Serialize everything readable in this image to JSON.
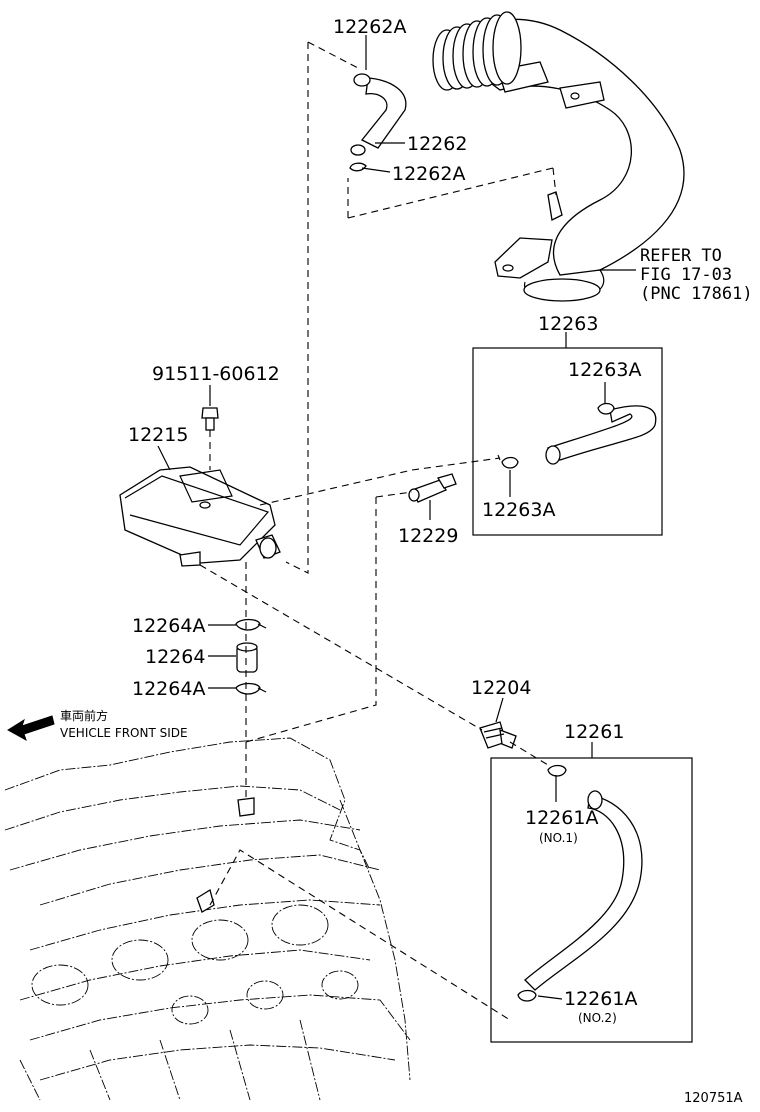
{
  "labels": {
    "p12262A_top": "12262A",
    "p12262": "12262",
    "p12262A_bottom": "12262A",
    "refer_line1": "REFER TO",
    "refer_line2": "FIG 17-03",
    "refer_line3": "(PNC 17861)",
    "p12263": "12263",
    "p12263A_top": "12263A",
    "p12263A_bottom": "12263A",
    "p91511": "91511-60612",
    "p12215": "12215",
    "p12229": "12229",
    "p12264A_top": "12264A",
    "p12264": "12264",
    "p12264A_bottom": "12264A",
    "front_jp": "車両前方",
    "front_en": "VEHICLE FRONT SIDE",
    "p12204": "12204",
    "p12261": "12261",
    "p12261A_no1": "12261A",
    "no1": "(NO.1)",
    "p12261A_no2": "12261A",
    "no2": "(NO.2)",
    "figure_number": "120751A"
  }
}
